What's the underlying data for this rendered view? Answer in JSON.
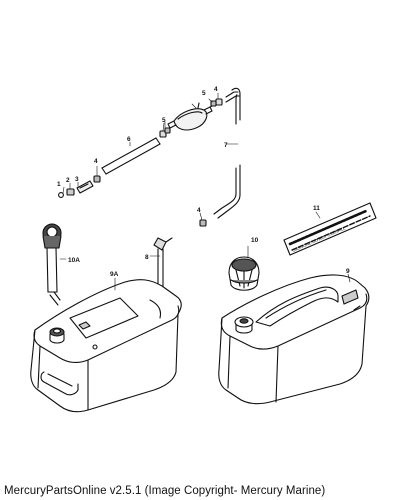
{
  "diagram": {
    "labels": {
      "l1": "1",
      "l2": "2",
      "l3": "3",
      "l4a": "4",
      "l4b": "4",
      "l4c": "4",
      "l5a": "5",
      "l5b": "5",
      "l6": "6",
      "l7": "7",
      "l8": "8",
      "l9": "9",
      "l9a": "9A",
      "l10": "10",
      "l10a": "10A",
      "l11": "11"
    },
    "decal_text": "GASOLINE  DO NOT OVERFILL"
  },
  "footer": {
    "caption": "MercuryPartsOnline v2.5.1 (Image Copyright- Mercury Marine)"
  }
}
